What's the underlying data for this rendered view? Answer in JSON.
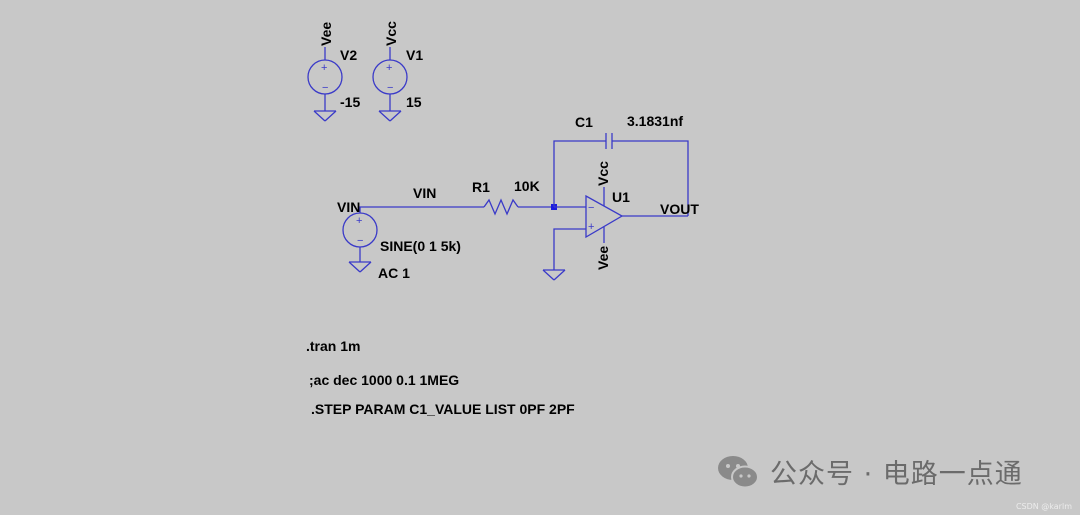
{
  "labels": {
    "v2_net": "Vee",
    "v2_name": "V2",
    "v2_value": "-15",
    "v1_net": "Vcc",
    "v1_name": "V1",
    "v1_value": "15",
    "c1_name": "C1",
    "c1_value": "3.1831nf",
    "vin_wire": "VIN",
    "r1_name": "R1",
    "r1_value": "10K",
    "u1_vcc": "Vcc",
    "u1_name": "U1",
    "u1_vee": "Vee",
    "vout": "VOUT",
    "vin_source": "VIN",
    "vin_sine": "SINE(0 1 5k)",
    "vin_ac": "AC 1"
  },
  "directives": {
    "tran": ".tran 1m",
    "ac": ";ac dec 1000 0.1 1MEG",
    "step": ".STEP PARAM C1_VALUE LIST 0PF 2PF"
  },
  "watermark": {
    "text": "公众号 · 电路一点通",
    "corner": "CSDN @karlm"
  },
  "colors": {
    "background": "#c8c8c8",
    "wire": "#3a3ac8",
    "text": "#000000"
  }
}
